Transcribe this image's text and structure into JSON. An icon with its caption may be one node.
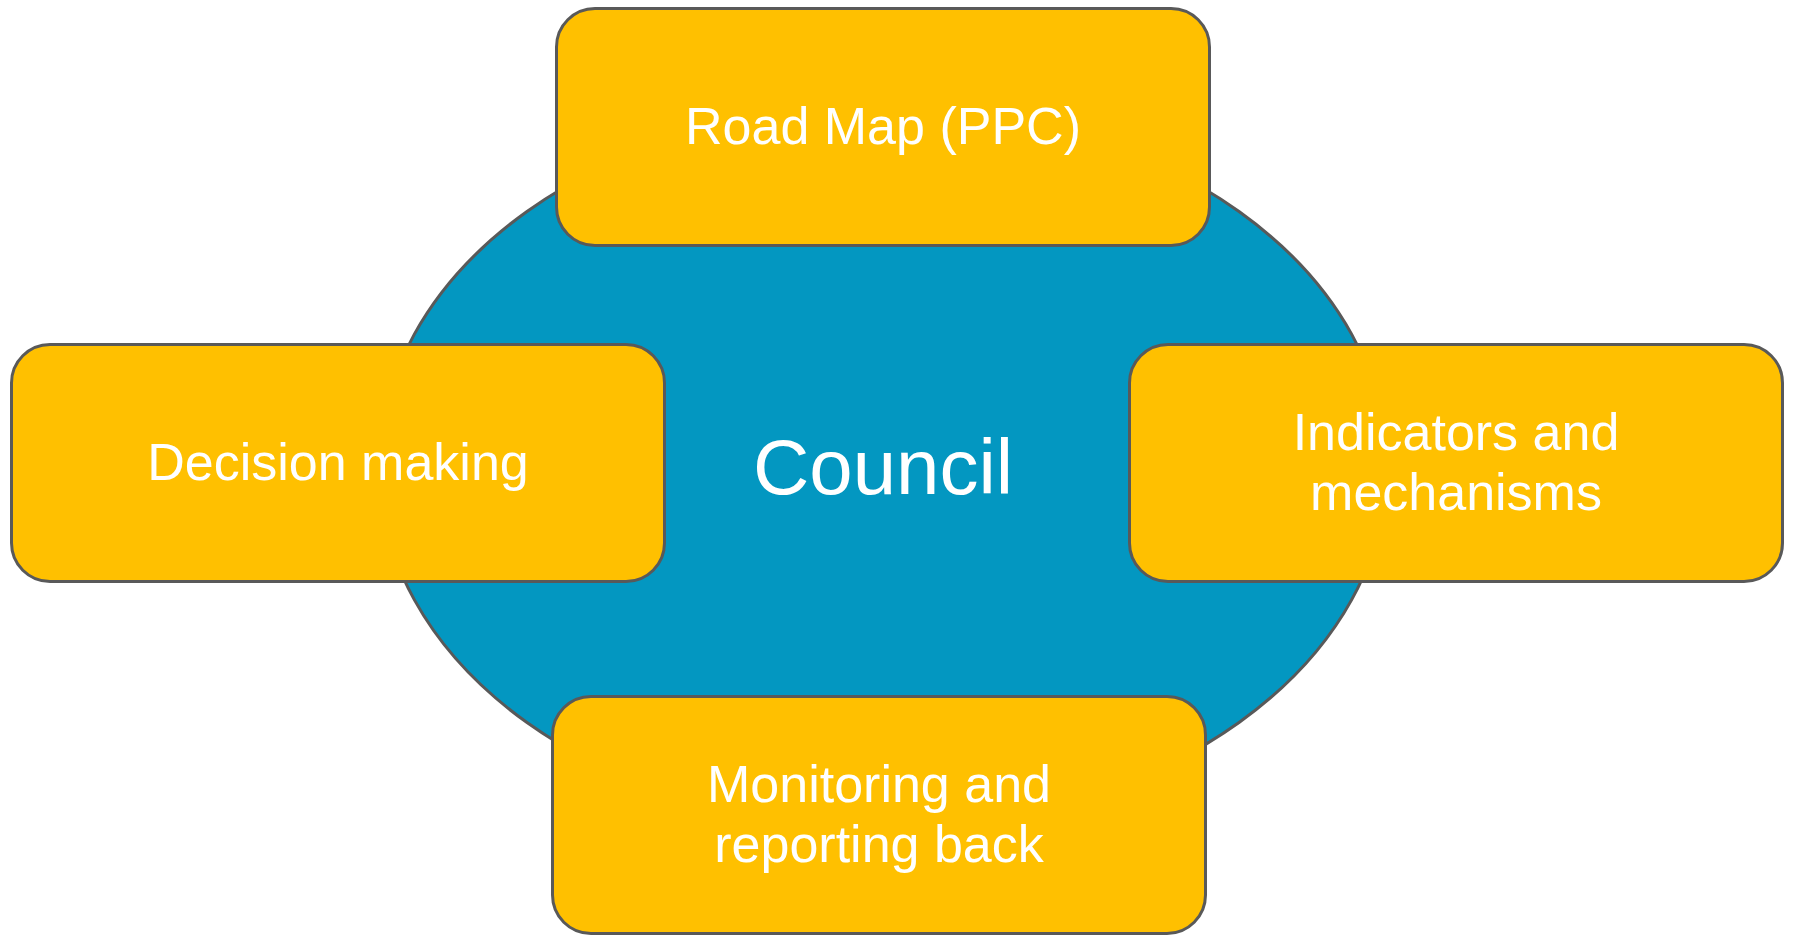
{
  "diagram": {
    "nodes": [
      {
        "text": [
          "Road Map (PPC)"
        ]
      },
      {
        "text": [
          "Decision making"
        ]
      },
      {
        "text": [
          "Council"
        ]
      },
      {
        "text": [
          "Indicators and mechanisms"
        ]
      },
      {
        "text": [
          "Monitoring and reporting back"
        ]
      }
    ]
  }
}
